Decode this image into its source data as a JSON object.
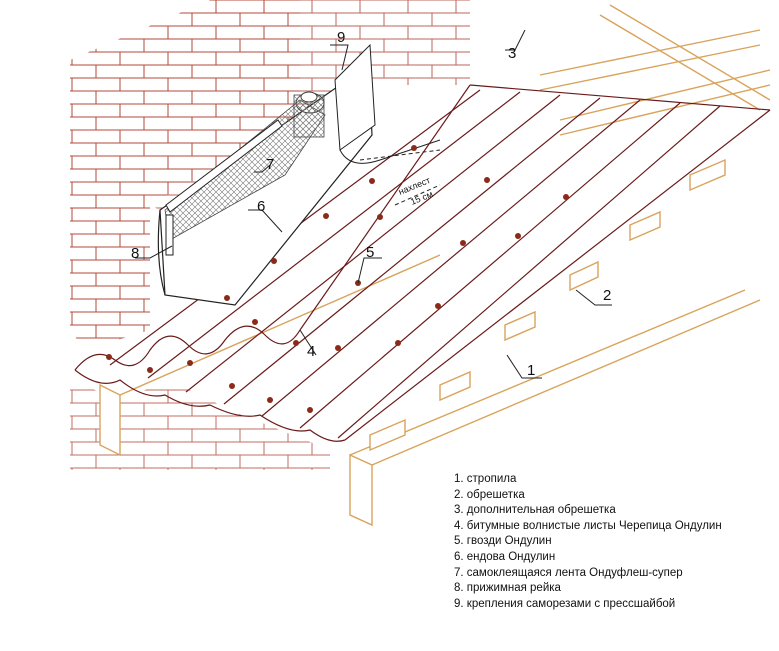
{
  "diagram": {
    "callouts": [
      "1",
      "2",
      "3",
      "4",
      "5",
      "6",
      "7",
      "8",
      "9"
    ],
    "overlap_label": "нахлест",
    "overlap_value": "15 см"
  },
  "legend": {
    "items": [
      "1. стропила",
      "2. обрешетка",
      "3. дополнительная обрешетка",
      "4. битумные волнистые листы Черепица Ондулин",
      "5. гвозди Ондулин",
      "6. ендова Ондулин",
      "7. самоклеящаяся лента Ондуфлеш-супер",
      "8. прижимная рейка",
      "9. крепления саморезами с прессшайбой"
    ]
  },
  "colors": {
    "brick": "#b24a3a",
    "wood": "#d9a35b",
    "sheet": "#6b1a1a",
    "nail": "#8b2a1a",
    "ink": "#222222"
  }
}
